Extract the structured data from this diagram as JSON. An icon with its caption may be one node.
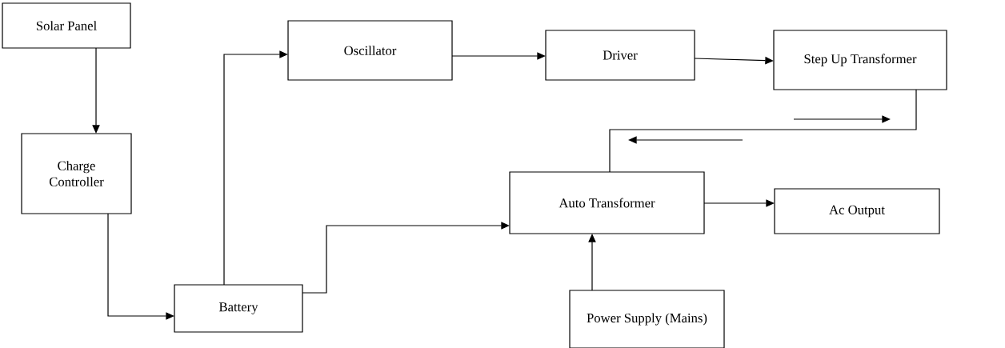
{
  "diagram": {
    "nodes": [
      {
        "text": [
          "Solar Panel"
        ]
      },
      {
        "text": [
          "Charge Controller"
        ]
      },
      {
        "text": [
          "Battery"
        ]
      },
      {
        "text": [
          "Oscillator"
        ]
      },
      {
        "text": [
          "Driver"
        ]
      },
      {
        "text": [
          "Step Up Transformer"
        ]
      },
      {
        "text": [
          "Auto Transformer"
        ]
      },
      {
        "text": [
          "Ac Output"
        ]
      },
      {
        "text": [
          "Power Supply (Mains)"
        ]
      }
    ],
    "edges": [
      {
        "from": 0,
        "to": 1,
        "arrow": "to"
      },
      {
        "from": 1,
        "to": 2,
        "arrow": "to"
      },
      {
        "from": 2,
        "to": 3,
        "arrow": "to"
      },
      {
        "from": 2,
        "to": 6,
        "arrow": "to"
      },
      {
        "from": 3,
        "to": 4,
        "arrow": "to"
      },
      {
        "from": 4,
        "to": 5,
        "arrow": "to"
      },
      {
        "from": 5,
        "to": 6,
        "arrow": "none"
      },
      {
        "from": 6,
        "to": 7,
        "arrow": "to"
      },
      {
        "from": 8,
        "to": 6,
        "arrow": "to"
      }
    ]
  }
}
